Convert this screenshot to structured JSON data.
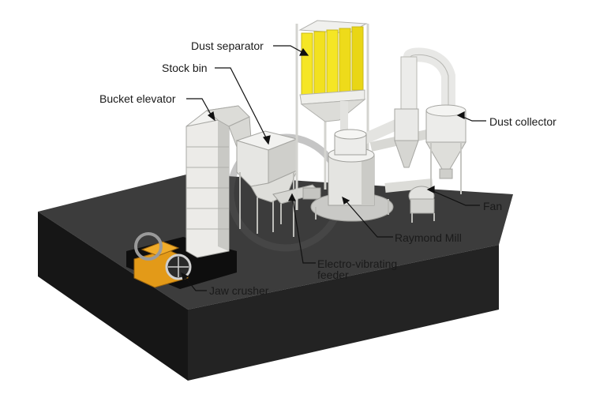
{
  "labels": {
    "dust_separator": "Dust separator",
    "stock_bin": "Stock bin",
    "bucket_elevator": "Bucket elevator",
    "dust_collector": "Dust collector",
    "fan": "Fan",
    "raymond_mill": "Raymond Mill",
    "electro_vibrating_feeder_line1": "Electro-vibrating",
    "electro_vibrating_feeder_line2": "feeder",
    "jaw_crusher": "Jaw crusher"
  },
  "colors": {
    "platform_top": "#3c3c3c",
    "platform_left": "#161616",
    "platform_right": "#222222",
    "machine": "#e8e8e6",
    "machine_shade": "#c9c9c6",
    "filter_bags": "#f5e625",
    "crusher_orange": "#e39a18",
    "leader_line": "#111111"
  }
}
